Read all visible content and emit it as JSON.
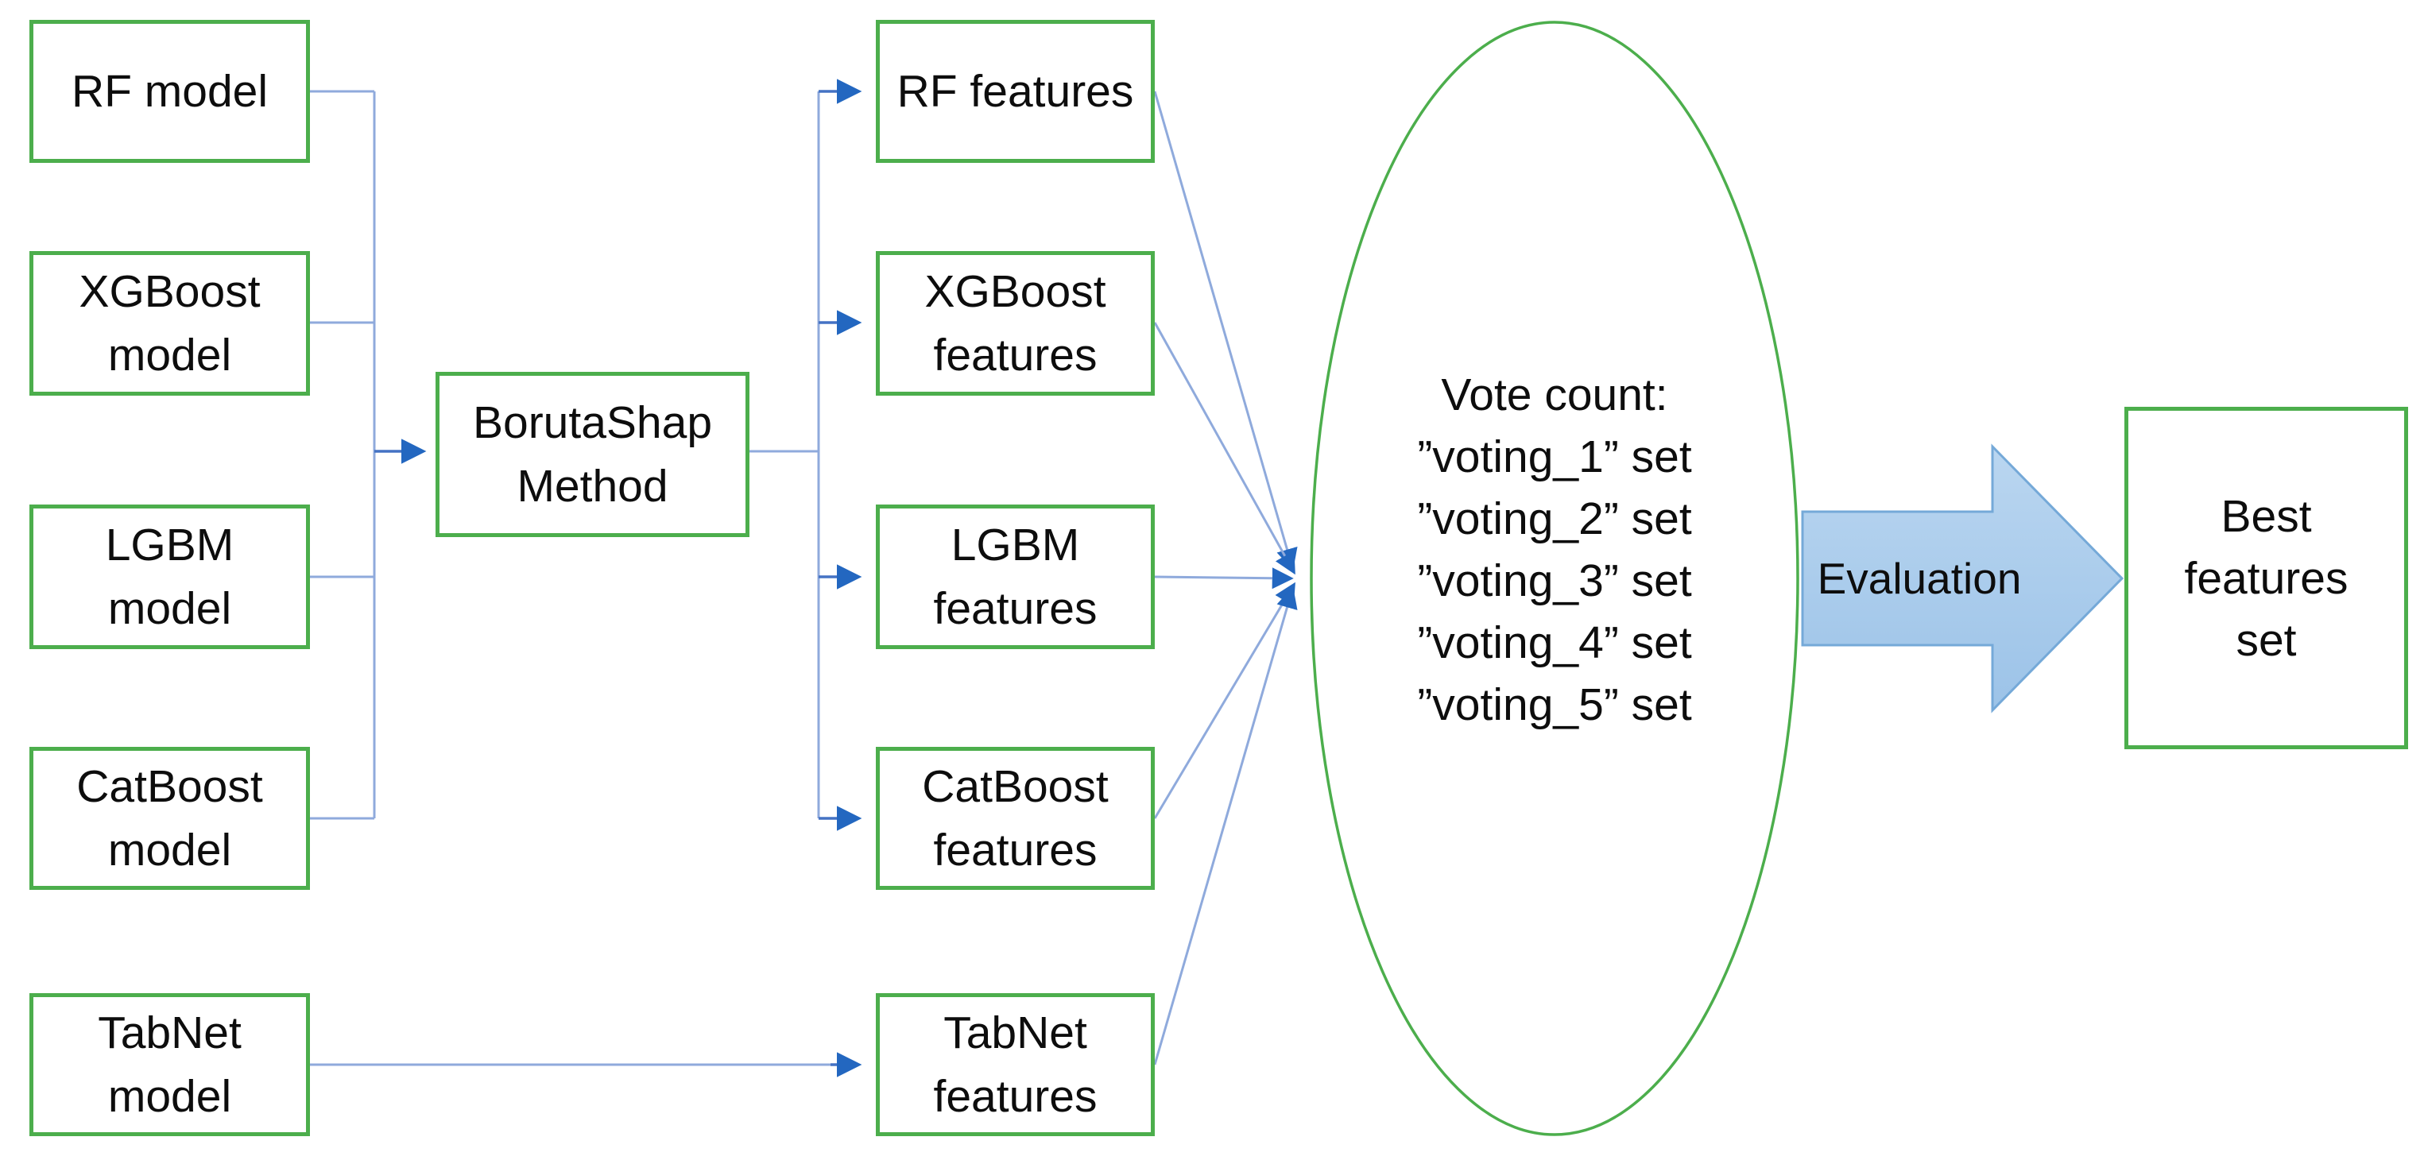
{
  "diagram": {
    "model_boxes": [
      {
        "label": "RF model"
      },
      {
        "label": "XGBoost\nmodel"
      },
      {
        "label": "LGBM\nmodel"
      },
      {
        "label": "CatBoost\nmodel"
      },
      {
        "label": "TabNet\nmodel"
      }
    ],
    "method_box": {
      "label": "BorutaShap\nMethod"
    },
    "feature_boxes": [
      {
        "label": "RF features"
      },
      {
        "label": "XGBoost\nfeatures"
      },
      {
        "label": "LGBM\nfeatures"
      },
      {
        "label": "CatBoost\nfeatures"
      },
      {
        "label": "TabNet\nfeatures"
      }
    ],
    "vote_ellipse": {
      "text": "Vote count:\n”voting_1” set\n”voting_2” set\n”voting_3” set\n”voting_4” set\n”voting_5” set"
    },
    "evaluation_arrow": {
      "label": "Evaluation"
    },
    "output_box": {
      "label": "Best\nfeatures\nset"
    }
  },
  "colors": {
    "box_border_green": "#4CAE4C",
    "connector_light_blue": "#8FAADC",
    "connector_medium_blue": "#4472C4",
    "arrowhead_blue": "#2367C0",
    "eval_arrow_fill_top": "#BAD6F0",
    "eval_arrow_fill_bottom": "#9CC3E8",
    "eval_arrow_border": "#75A9D8",
    "text_color": "#0d0d0d"
  }
}
